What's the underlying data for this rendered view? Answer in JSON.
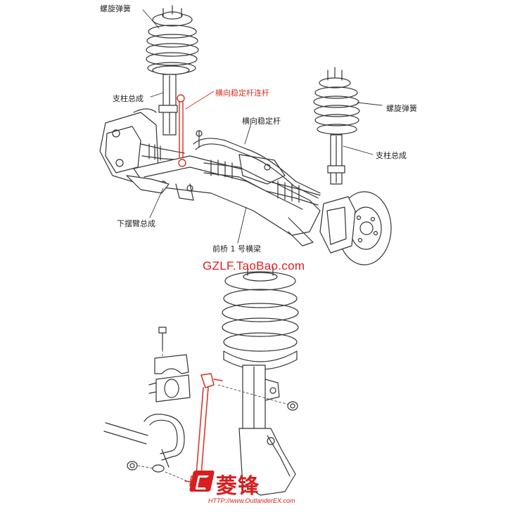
{
  "labels": {
    "spring_top": "螺旋弹簧",
    "strut_left": "支柱总成",
    "stab_link": "横向稳定杆连杆",
    "stab_bar": "横向稳定杆",
    "lower_arm": "下摆臂总成",
    "crossmember": "前桥 1 号横梁",
    "spring_right": "螺旋弹簧",
    "strut_right": "支柱总成"
  },
  "watermark": "GZLF.TaoBao.com",
  "brand": {
    "name": "菱锋",
    "url": "HTTP://www.OutlanderEX.com"
  },
  "colors": {
    "highlight": "#d6301e",
    "linework": "#333333"
  }
}
